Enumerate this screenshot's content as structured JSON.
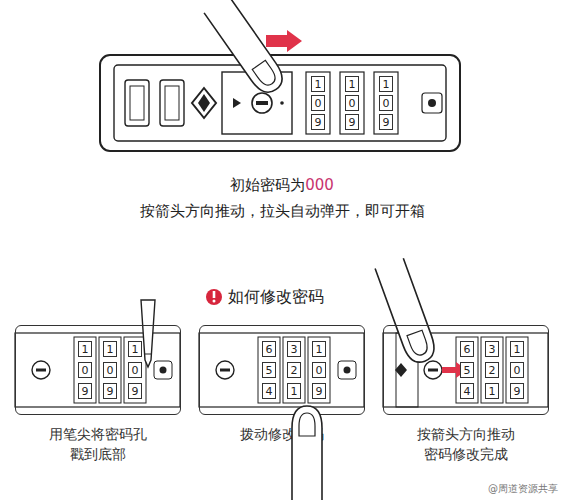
{
  "diagram": {
    "title": "如何修改密码",
    "nodes": [
      {
        "text": [
          "用笔尖将密码孔 戳到底部"
        ]
      },
      {
        "text": [
          "拨动修改密码"
        ]
      },
      {
        "text": [
          "按箭头方向推动 密码修改完成"
        ]
      }
    ],
    "labels": [
      "初始密码为",
      "000",
      "按箭头方向推动，拉头自动弹开，即可开箱",
      "1",
      "1",
      "1",
      "0",
      "0",
      "0",
      "9",
      "9",
      "9",
      "1",
      "1",
      "1",
      "0",
      "0",
      "0",
      "9",
      "9",
      "9",
      "6",
      "3",
      "1",
      "5",
      "2",
      "0",
      "4",
      "1",
      "9",
      "6",
      "3",
      "1",
      "5",
      "2",
      "0",
      "4",
      "1",
      "9",
      "@周道资源共享"
    ]
  }
}
